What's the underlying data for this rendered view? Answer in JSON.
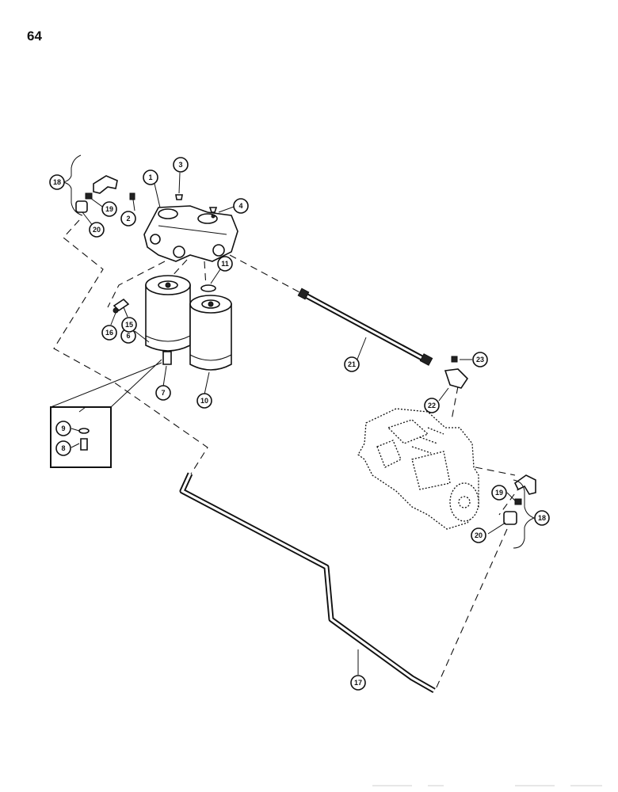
{
  "page": {
    "number": "64"
  },
  "callouts": [
    {
      "id": "c1",
      "label": "1"
    },
    {
      "id": "c2",
      "label": "2"
    },
    {
      "id": "c3",
      "label": "3"
    },
    {
      "id": "c4",
      "label": "4"
    },
    {
      "id": "c6",
      "label": "6"
    },
    {
      "id": "c7",
      "label": "7"
    },
    {
      "id": "c8",
      "label": "8"
    },
    {
      "id": "c9",
      "label": "9"
    },
    {
      "id": "c10",
      "label": "10"
    },
    {
      "id": "c11",
      "label": "11"
    },
    {
      "id": "c15",
      "label": "15"
    },
    {
      "id": "c16",
      "label": "16"
    },
    {
      "id": "c17",
      "label": "17"
    },
    {
      "id": "c18a",
      "label": "18"
    },
    {
      "id": "c18b",
      "label": "18"
    },
    {
      "id": "c19a",
      "label": "19"
    },
    {
      "id": "c19b",
      "label": "19"
    },
    {
      "id": "c20a",
      "label": "20"
    },
    {
      "id": "c20b",
      "label": "20"
    },
    {
      "id": "c21",
      "label": "21"
    },
    {
      "id": "c22",
      "label": "22"
    },
    {
      "id": "c23",
      "label": "23"
    }
  ]
}
